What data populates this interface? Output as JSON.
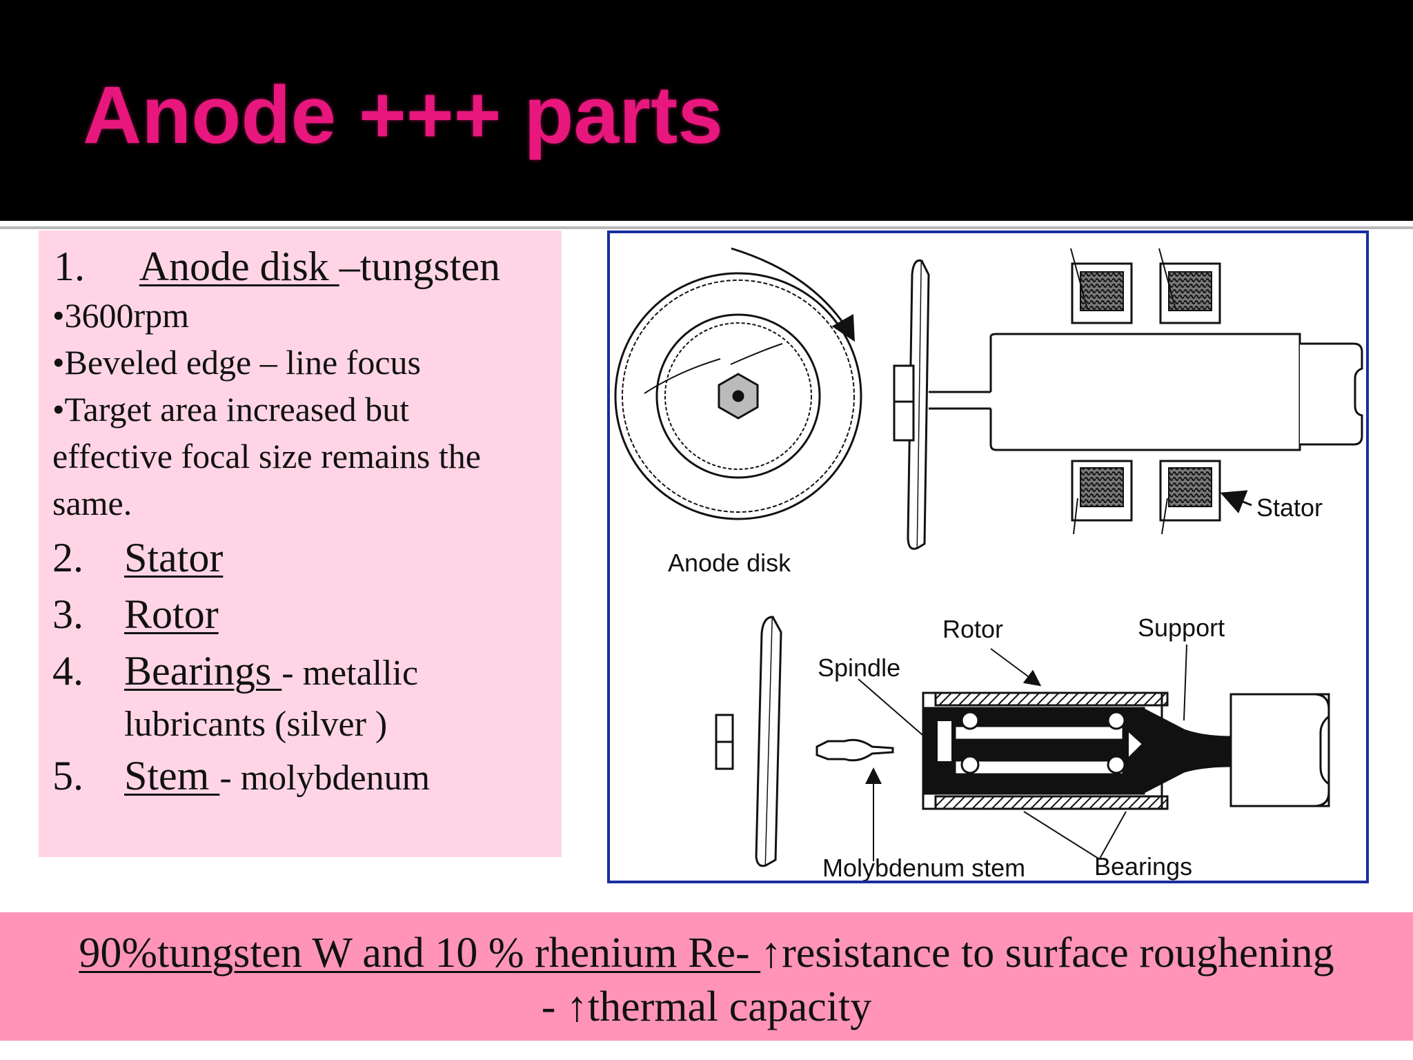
{
  "title": "Anode +++ parts",
  "list": {
    "item1": {
      "number": "1.",
      "term": "Anode disk ",
      "detail": "–tungsten"
    },
    "bullets": [
      "•3600rpm",
      "•Beveled edge – line focus",
      "•Target area increased but",
      "effective focal size remains the",
      "same."
    ],
    "item2": {
      "number": "2.",
      "term": "Stator"
    },
    "item3": {
      "number": "3.",
      "term": "Rotor"
    },
    "item4": {
      "number": "4.",
      "term": "Bearings ",
      "detail": "- metallic",
      "detail2": "lubricants (silver )"
    },
    "item5": {
      "number": "5.",
      "term": "Stem ",
      "detail": "- molybdenum"
    }
  },
  "diagram": {
    "labels": {
      "anode_disk": "Anode disk",
      "stator": "Stator",
      "rotor": "Rotor",
      "support": "Support",
      "spindle": "Spindle",
      "molybdenum_stem": "Molybdenum stem",
      "bearings": "Bearings"
    }
  },
  "footer": {
    "underlined": "90%tungsten W and 10 % rhenium Re- ",
    "rest": "↑resistance to surface roughening",
    "line2": "- ↑thermal capacity"
  },
  "colors": {
    "title": "#e8177d",
    "header_bg": "#000000",
    "panel_bg": "#ffd5e5",
    "footer_bg": "#ff94b8",
    "figure_border": "#1a2d9e"
  }
}
